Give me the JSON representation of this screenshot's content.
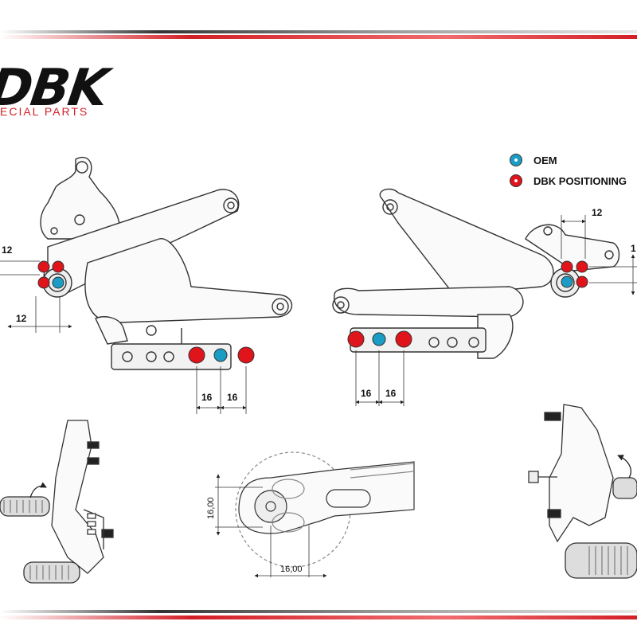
{
  "brand": {
    "logo": "DBK",
    "tagline": "ECIAL PARTS"
  },
  "legend": {
    "oem_label": "OEM",
    "dbk_label": "DBK POSITIONING",
    "oem_color": "#1a9cc4",
    "dbk_color": "#e0141b"
  },
  "dimensions": {
    "left_top": "12",
    "left_bottom": "12",
    "left_peg_a": "16",
    "left_peg_b": "16",
    "right_top": "12",
    "right_side": "1",
    "right_peg_a": "16",
    "right_peg_b": "16",
    "detail_vertical": "16,00",
    "detail_horizontal": "16,00"
  },
  "colors": {
    "stripe_red": "#d21f26",
    "stripe_dark": "#222222",
    "line": "#333333"
  }
}
